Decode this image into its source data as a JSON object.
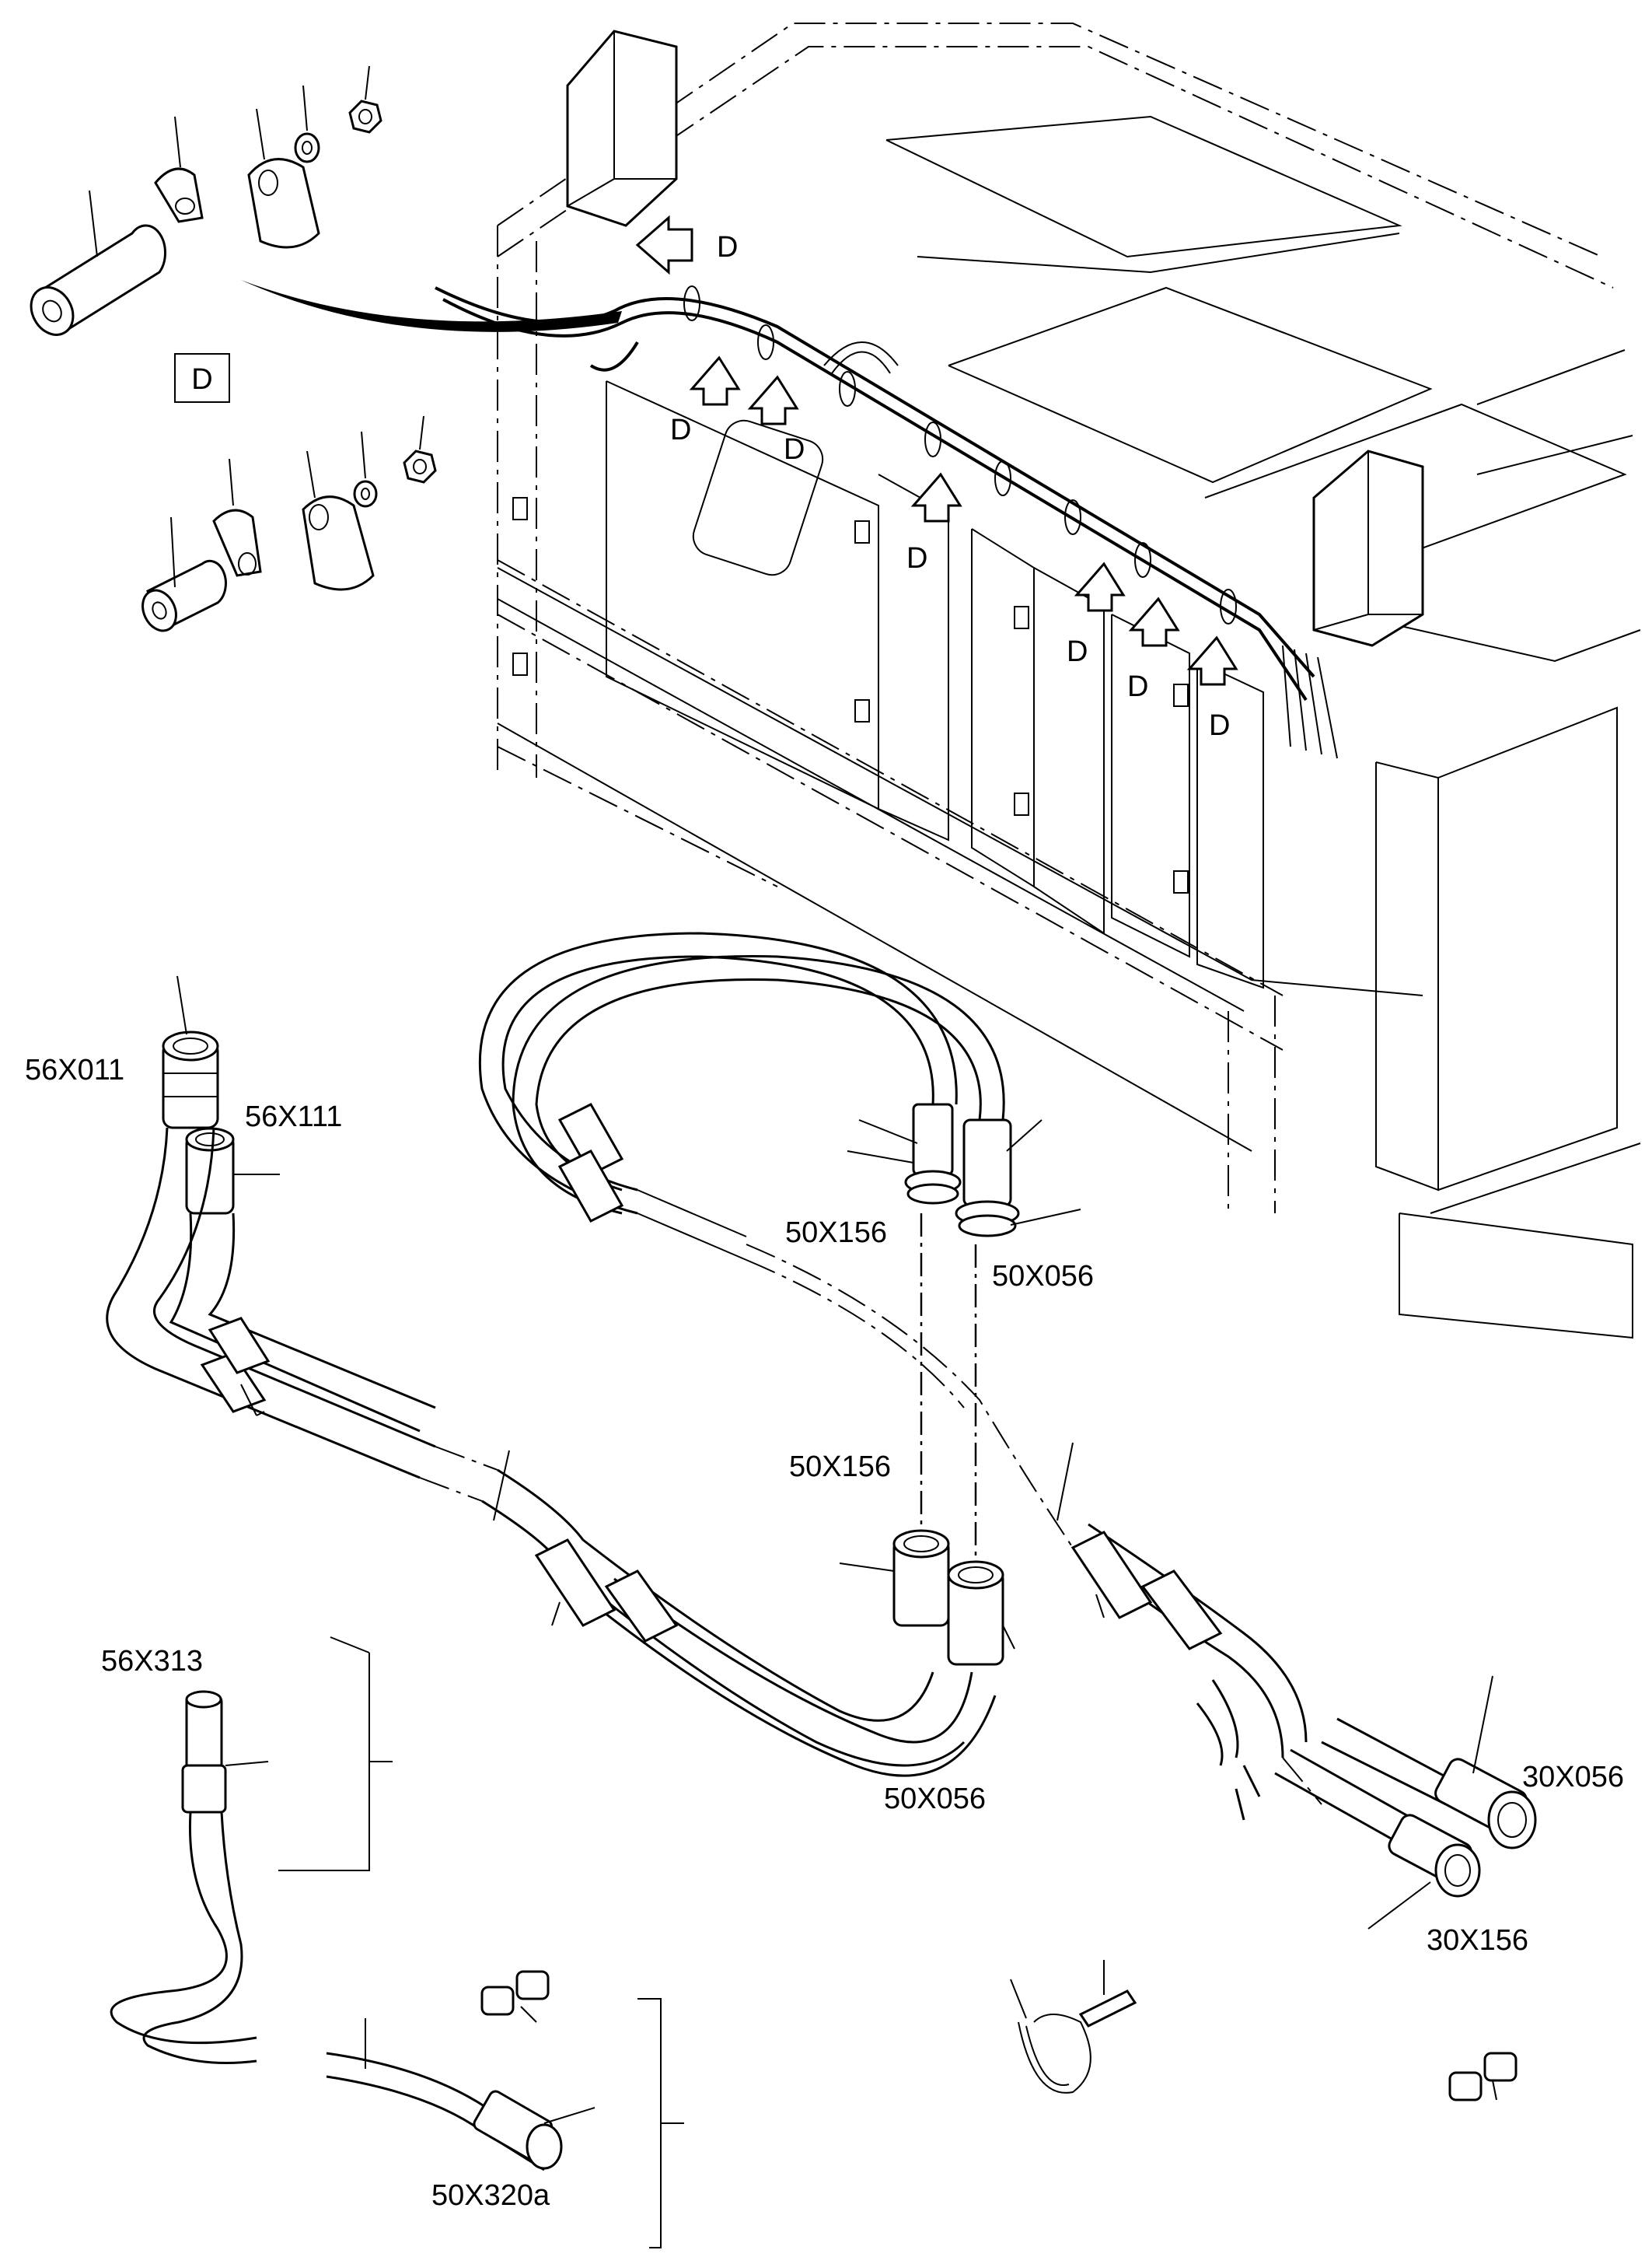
{
  "detail": {
    "view_letter": "D"
  },
  "arrows": {
    "letter": "D"
  },
  "connectors": {
    "c56X011": "56X011",
    "c56X111": "56X111",
    "c50X156_top": "50X156",
    "c50X056_top": "50X056",
    "c50X156_mid": "50X156",
    "c50X056_bottom": "50X056",
    "c30X056": "30X056",
    "c30X156": "30X156",
    "c56X313": "56X313",
    "c50X320a": "50X320a"
  }
}
